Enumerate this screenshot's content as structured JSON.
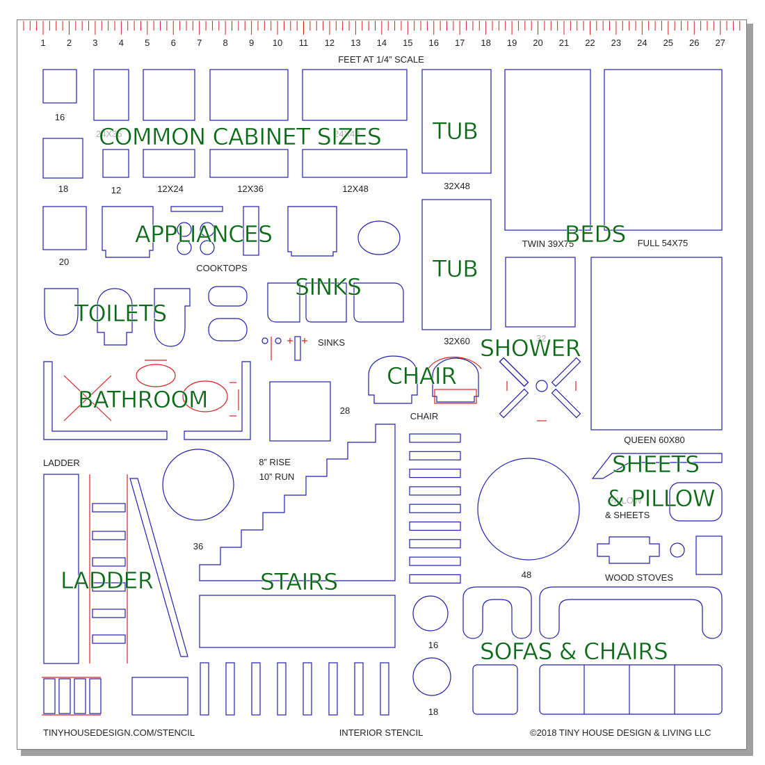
{
  "ruler": {
    "numbers": [
      "1",
      "2",
      "3",
      "4",
      "5",
      "6",
      "7",
      "8",
      "9",
      "10",
      "11",
      "12",
      "13",
      "14",
      "15",
      "16",
      "17",
      "18",
      "19",
      "20",
      "21",
      "22",
      "23",
      "24",
      "25",
      "26",
      "27"
    ],
    "scale_label": "FEET AT 1/4” SCALE"
  },
  "section_titles": {
    "cabinets": "COMMON CABINET SIZES",
    "tub_top": "TUB",
    "tub_bottom": "TUB",
    "beds": "BEDS",
    "appliances": "APPLIANCES",
    "sinks": "SINKS",
    "toilets": "TOILETS",
    "shower": "SHOWER",
    "chair": "CHAIR",
    "bathroom": "BATHROOM",
    "sheets_1": "SHEETS",
    "sheets_2": "& PILLOW",
    "ladder": "LADDER",
    "stairs": "STAIRS",
    "sofas": "SOFAS & CHAIRS"
  },
  "labels": {
    "cab_16": "16",
    "cab_18": "18",
    "cab_12": "12",
    "cab_12x24": "12X24",
    "cab_12x36": "12X36",
    "cab_12x48": "12X48",
    "cab_20": "20",
    "tub_32x48": "32X48",
    "tub_32x60": "32X60",
    "twin": "TWIN 39X75",
    "full": "FULL 54X75",
    "cooktops": "COOKTOPS",
    "sinks_small": "SINKS",
    "size_28": "28",
    "chair_small": "CHAIR",
    "shower_32": "32",
    "queen": "QUEEN 60X80",
    "ladder_small": "LADDER",
    "rise": "8” RISE",
    "run": "10” RUN",
    "size_36": "36",
    "pillow_faint": "PILLOW",
    "pillow_sheets": "& SHEETS",
    "size_48": "48",
    "wood_stoves": "WOOD STOVES",
    "size_16": "16",
    "size_18": "18",
    "faint_24x36": "24X36",
    "faint_24x48": "24X48"
  },
  "footer": {
    "left": "TINYHOUSEDESIGN.COM/STENCIL",
    "center": "INTERIOR STENCIL",
    "right": "©2018 TINY HOUSE DESIGN & LIVING LLC"
  },
  "colors": {
    "cutout_stroke": "#1f1fb0",
    "ruler_tick": "#d82020",
    "title_green": "#0b6a16",
    "sheet_border": "#7a7a7a",
    "shadow": "#a0a0a0"
  }
}
